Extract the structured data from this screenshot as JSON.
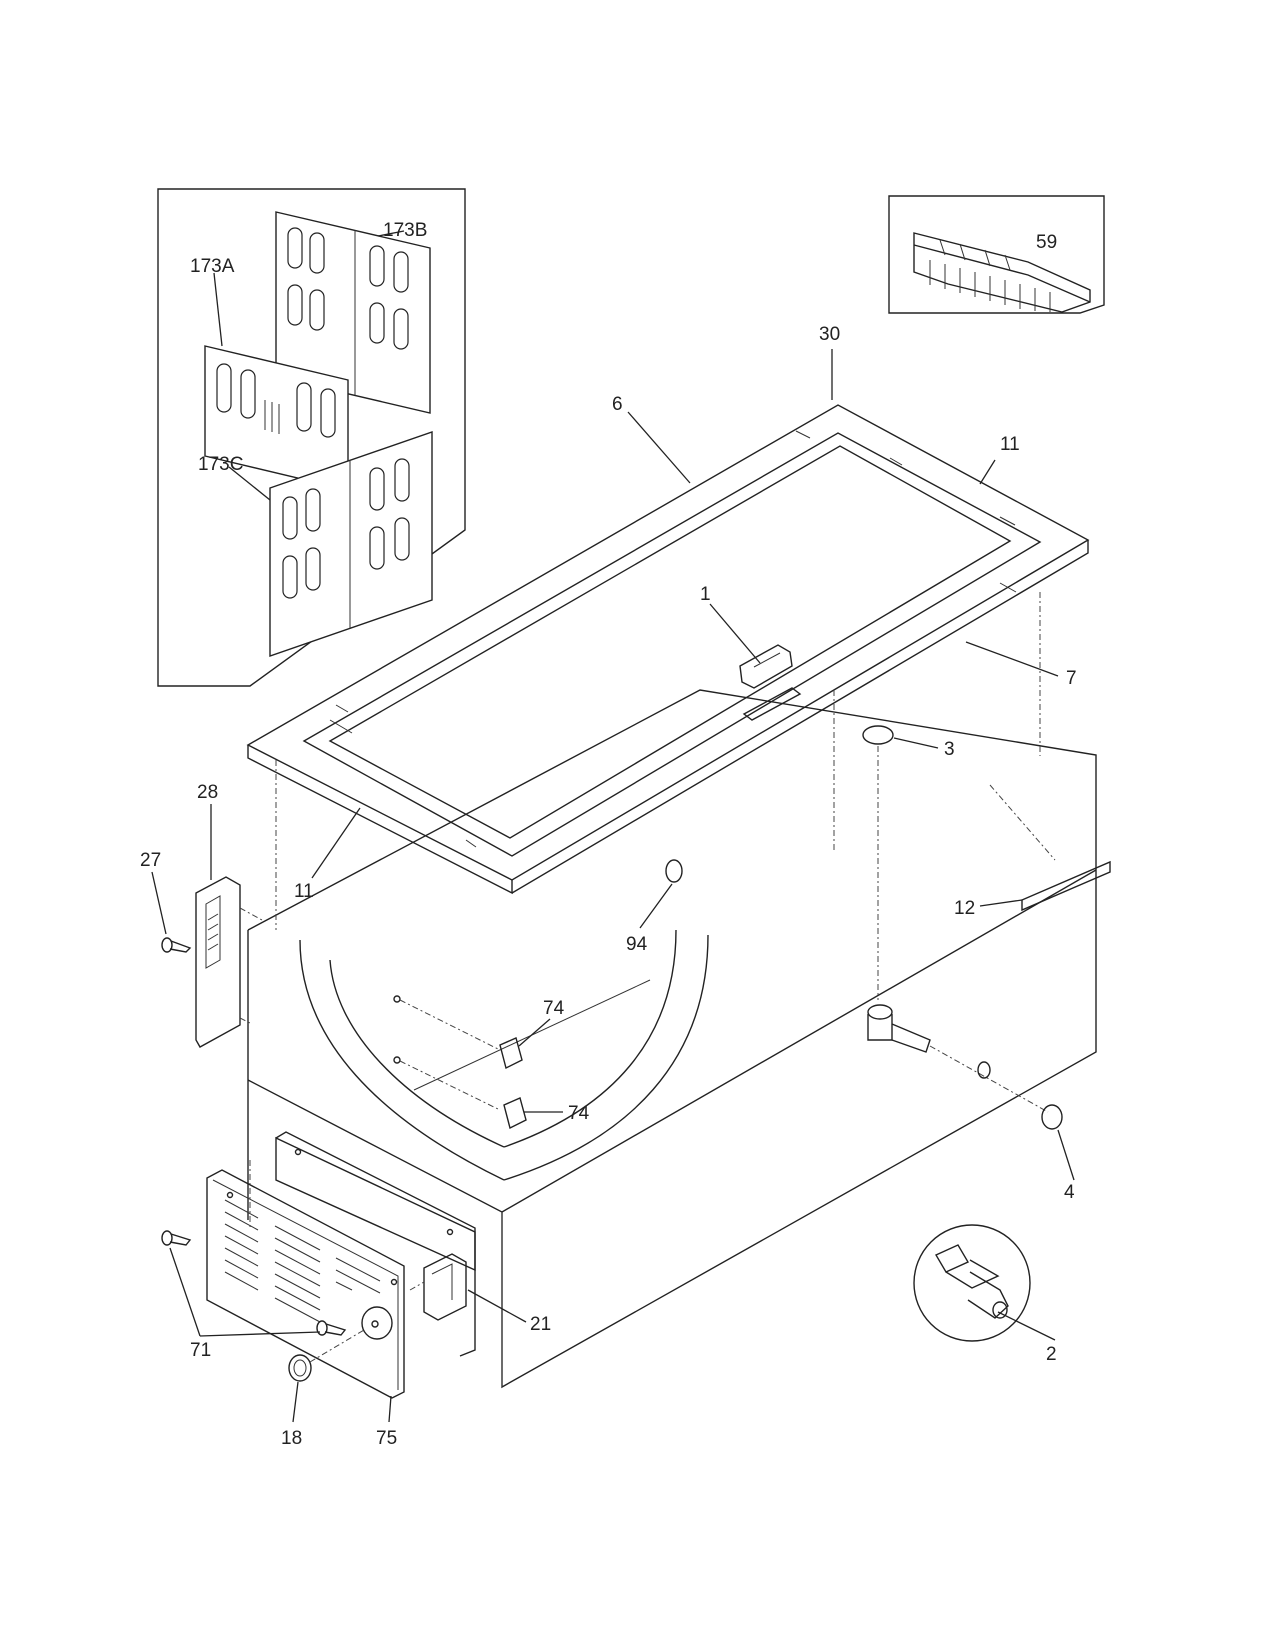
{
  "diagram": {
    "labels": {
      "p173B": "173B",
      "p173A": "173A",
      "p173C": "173C",
      "p59": "59",
      "p30": "30",
      "p6": "6",
      "p11_top": "11",
      "p1": "1",
      "p7": "7",
      "p3": "3",
      "p28": "28",
      "p27": "27",
      "p11_left": "11",
      "p94": "94",
      "p12": "12",
      "p74_a": "74",
      "p74_b": "74",
      "p4": "4",
      "p21": "21",
      "p71": "71",
      "p2": "2",
      "p18": "18",
      "p75": "75"
    }
  }
}
